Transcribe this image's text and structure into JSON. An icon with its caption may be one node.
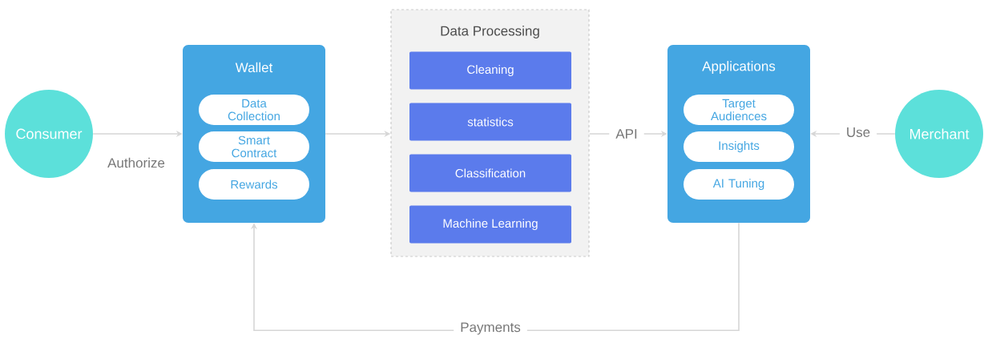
{
  "diagram": {
    "nodes": [
      {
        "text": [
          "Consumer"
        ]
      },
      {
        "text": [
          "Wallet"
        ]
      },
      {
        "text": [
          "Data Collection"
        ],
        "in": 1
      },
      {
        "text": [
          "Smart Contract"
        ],
        "in": 1
      },
      {
        "text": [
          "Rewards"
        ],
        "in": 1
      },
      {
        "text": [
          "Data Processing"
        ]
      },
      {
        "text": [
          "Cleaning"
        ],
        "in": 5
      },
      {
        "text": [
          "statistics"
        ],
        "in": 5
      },
      {
        "text": [
          "Classification"
        ],
        "in": 5
      },
      {
        "text": [
          "Machine Learning"
        ],
        "in": 5
      },
      {
        "text": [
          "Applications"
        ]
      },
      {
        "text": [
          "Target Audiences"
        ],
        "in": 10
      },
      {
        "text": [
          "Insights"
        ],
        "in": 10
      },
      {
        "text": [
          "AI Tuning"
        ],
        "in": 10
      },
      {
        "text": [
          "Merchant"
        ]
      }
    ],
    "edges": [
      {
        "from": 0,
        "to": 1,
        "arrow": "to",
        "label": "Authorize"
      },
      {
        "from": 1,
        "to": 5,
        "arrow": "to"
      },
      {
        "from": 5,
        "to": 10,
        "arrow": "to",
        "label": "API"
      },
      {
        "from": 14,
        "to": 10,
        "arrow": "to",
        "label": "Use"
      },
      {
        "from": 10,
        "to": 1,
        "arrow": "to",
        "label": "Payments"
      }
    ]
  }
}
